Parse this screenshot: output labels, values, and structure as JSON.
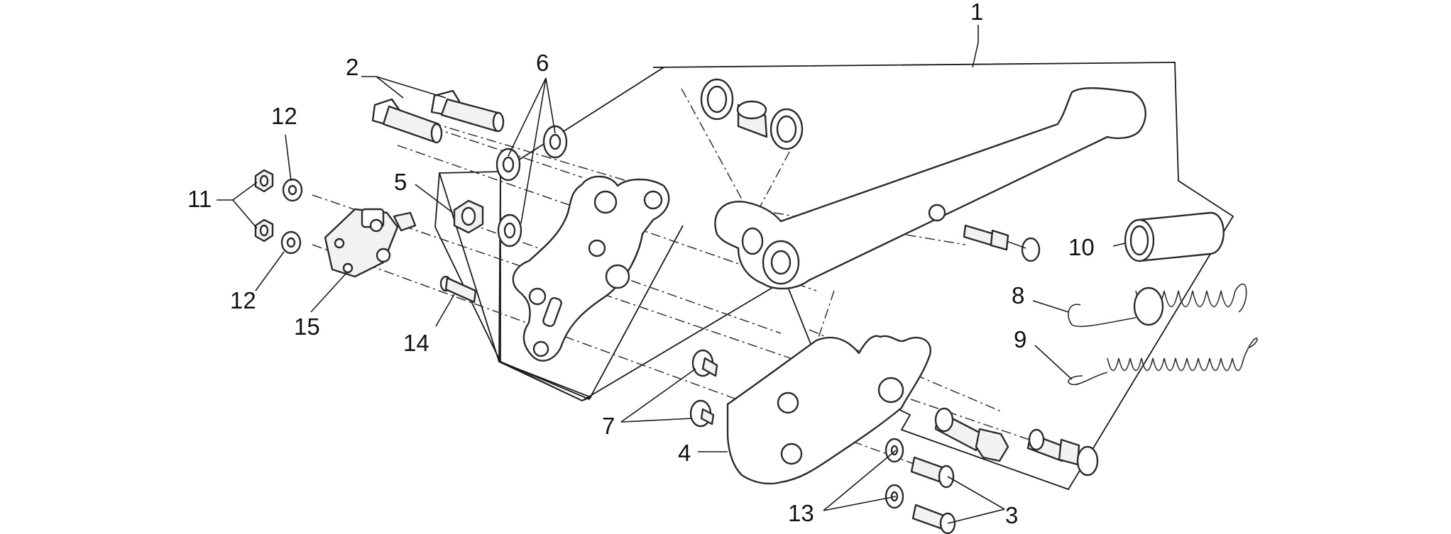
{
  "diagram": {
    "callouts": [
      {
        "id": "c1",
        "label": "1"
      },
      {
        "id": "c2",
        "label": "2"
      },
      {
        "id": "c3",
        "label": "3"
      },
      {
        "id": "c4",
        "label": "4"
      },
      {
        "id": "c5",
        "label": "5"
      },
      {
        "id": "c6",
        "label": "6"
      },
      {
        "id": "c7",
        "label": "7"
      },
      {
        "id": "c8",
        "label": "8"
      },
      {
        "id": "c9",
        "label": "9"
      },
      {
        "id": "c10",
        "label": "10"
      },
      {
        "id": "c11",
        "label": "11"
      },
      {
        "id": "c12a",
        "label": "12"
      },
      {
        "id": "c12b",
        "label": "12"
      },
      {
        "id": "c13",
        "label": "13"
      },
      {
        "id": "c14",
        "label": "14"
      },
      {
        "id": "c15",
        "label": "15"
      }
    ]
  }
}
